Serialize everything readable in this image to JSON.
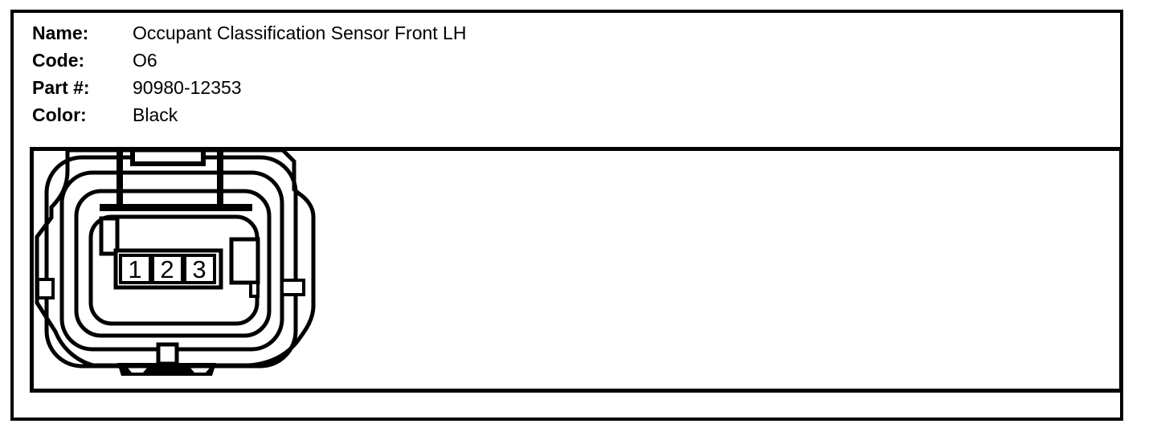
{
  "title_block": {
    "fields": [
      {
        "label": "Name:",
        "value": "Occupant Classification Sensor Front LH"
      },
      {
        "label": "Code:",
        "value": "O6"
      },
      {
        "label": "Part #:",
        "value": "90980-12353"
      },
      {
        "label": "Color:",
        "value": "Black"
      }
    ]
  },
  "connector_diagram": {
    "pins": [
      {
        "number": "1"
      },
      {
        "number": "2"
      },
      {
        "number": "3"
      }
    ],
    "line_color": "#000000",
    "fill_color": "#ffffff"
  }
}
